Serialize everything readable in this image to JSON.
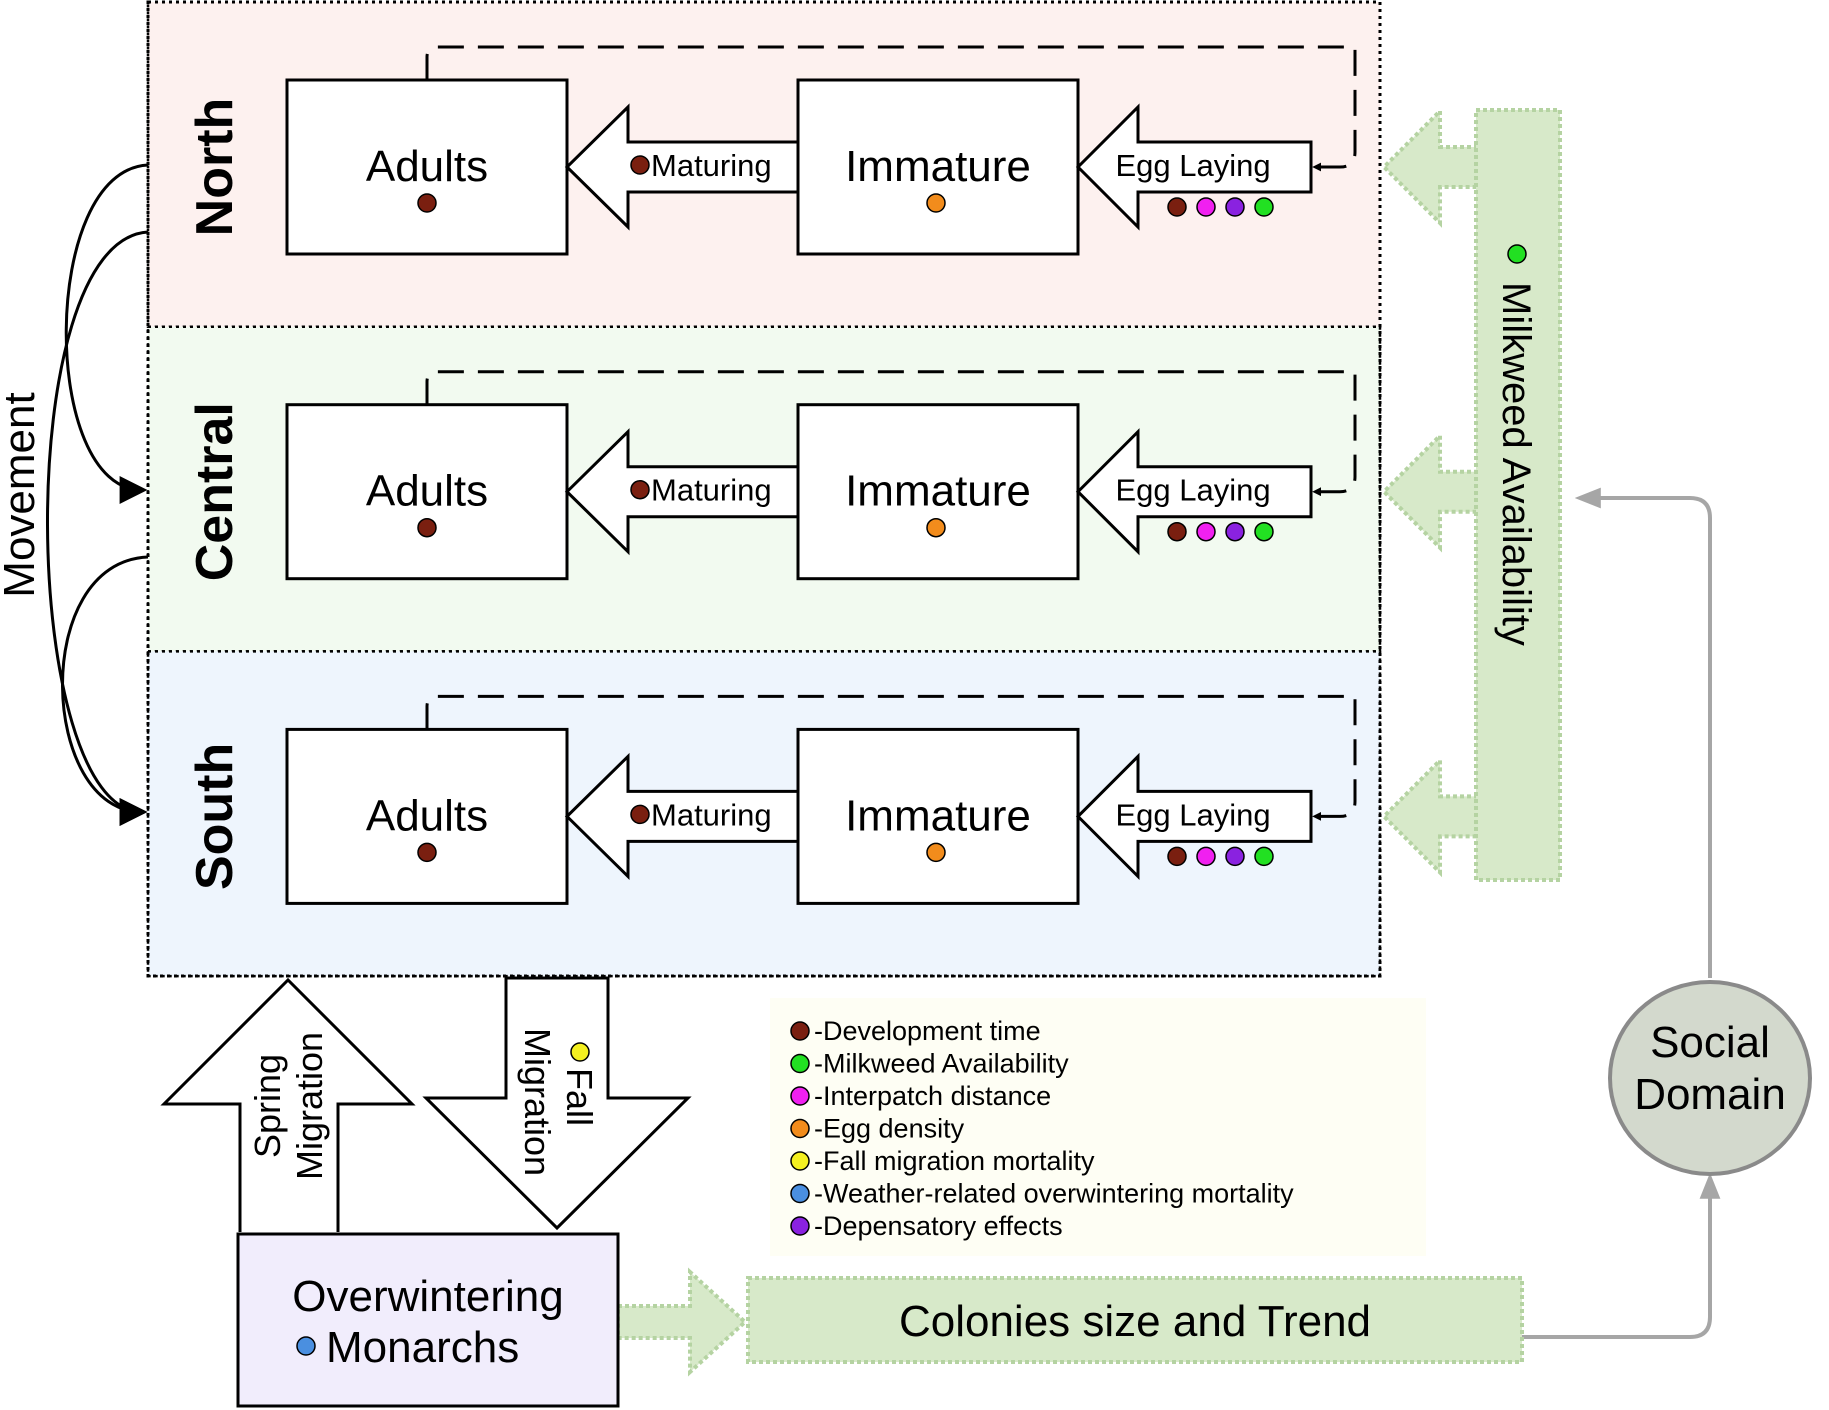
{
  "axis_label": "Movement",
  "regions": [
    {
      "name": "North",
      "bg": "#fdf1ef"
    },
    {
      "name": "Central",
      "bg": "#f2faf0"
    },
    {
      "name": "South",
      "bg": "#eef5fd"
    }
  ],
  "stage_labels": {
    "adults": "Adults",
    "immature": "Immature",
    "maturing": "Maturing",
    "egg_laying": "Egg Laying"
  },
  "milkweed_label": "Milkweed Availability",
  "spring_migration": [
    "Spring",
    "Migration"
  ],
  "fall_migration": [
    "Fall",
    "Migration"
  ],
  "overwintering": [
    "Overwintering",
    "Monarchs"
  ],
  "colonies_label": "Colonies size and Trend",
  "social_domain": [
    "Social",
    "Domain"
  ],
  "legend": [
    {
      "color": "#7a1f10",
      "label": "-Development time"
    },
    {
      "color": "#22e022",
      "label": "-Milkweed Availability"
    },
    {
      "color": "#f020f0",
      "label": "-Interpatch distance"
    },
    {
      "color": "#f28c1c",
      "label": "-Egg density"
    },
    {
      "color": "#f4f020",
      "label": "-Fall migration mortality"
    },
    {
      "color": "#4a8fe0",
      "label": "-Weather-related overwintering mortality"
    },
    {
      "color": "#8a22e0",
      "label": "-Depensatory effects"
    }
  ],
  "colors": {
    "development": "#7a1f10",
    "egg_density": "#f28c1c",
    "milkweed": "#22e022",
    "interpatch": "#f020f0",
    "depensatory": "#8a22e0",
    "fall_mortality": "#f4f020",
    "weather": "#4a8fe0",
    "green_fill": "#d7e9c9",
    "green_stroke": "#b5d3a2",
    "social_fill": "#d3d9cd",
    "overwinter_fill": "#f1edfc",
    "legend_bg": "#fefef4"
  }
}
